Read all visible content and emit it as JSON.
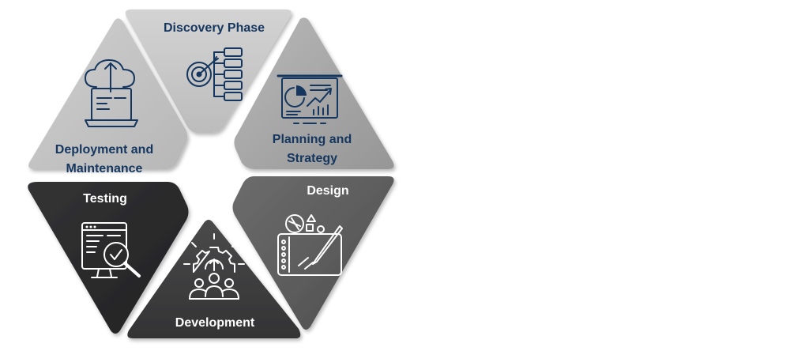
{
  "diagram": {
    "segments": [
      {
        "id": "discovery",
        "label": "Discovery Phase",
        "icon": "target-hierarchy-icon",
        "color": "#c9c9c9"
      },
      {
        "id": "planning",
        "label_lines": [
          "Planning and",
          "Strategy"
        ],
        "icon": "presentation-chart-icon",
        "color": "#a9a9a9"
      },
      {
        "id": "design",
        "label": "Design",
        "icon": "design-tablet-icon",
        "color": "#5e5e5e"
      },
      {
        "id": "development",
        "label": "Development",
        "icon": "team-gear-icon",
        "color": "#3e3e3f"
      },
      {
        "id": "testing",
        "label": "Testing",
        "icon": "monitor-magnifier-icon",
        "color": "#2b2b2c"
      },
      {
        "id": "deployment",
        "label_lines": [
          "Deployment and",
          "Maintenance"
        ],
        "icon": "cloud-upload-laptop-icon",
        "color": "#c4c4c4"
      }
    ],
    "colors": {
      "label_dark": "#14365f",
      "label_light": "#ffffff"
    }
  }
}
